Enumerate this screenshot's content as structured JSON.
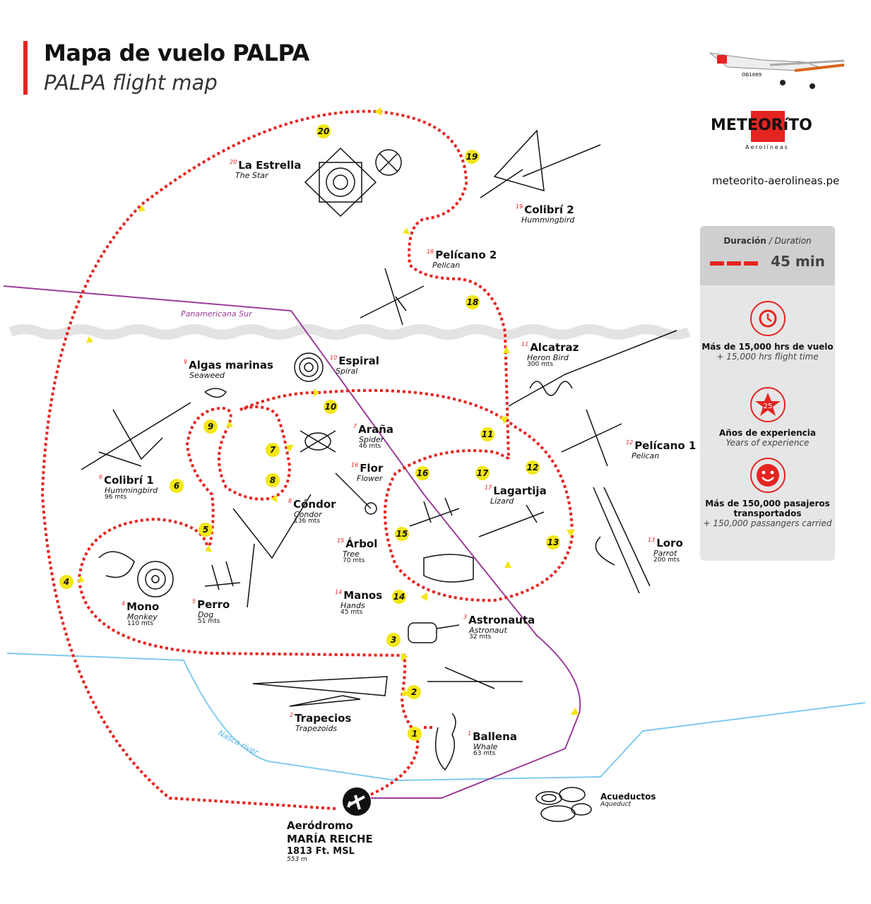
{
  "header": {
    "title": "Mapa de vuelo PALPA",
    "subtitle": "PALPA flight map"
  },
  "brand": {
    "name": "METEORíTO",
    "tagline": "Aerolíneas",
    "website": "meteorito-aerolineas.pe",
    "aircraft_reg": "OB1889"
  },
  "colors": {
    "accent": "#e52421",
    "marker": "#f3e616",
    "road": "#9c3d9a",
    "river": "#7fcaee",
    "route": "#e52421"
  },
  "panel": {
    "duration_label": "Duración",
    "duration_label_en": "/ Duration",
    "duration_value": "45 min",
    "stats": [
      {
        "icon": "clock-icon",
        "title": "Más de 15,000 hrs de vuelo",
        "subtitle": "+ 15,000 hrs flight time"
      },
      {
        "icon": "star-icon",
        "badge": "25",
        "title": "Años de experiencia",
        "subtitle": "Years of experience"
      },
      {
        "icon": "smiley-icon",
        "title": "Más de 150,000 pasajeros transportados",
        "subtitle": "+ 150,000 passangers carried"
      }
    ]
  },
  "map": {
    "road_label": "Panamericana Sur",
    "river_label": "Nasca river",
    "airport": {
      "name": "Aeródromo",
      "name2": "MARÍA REICHE",
      "elevation": "1813 Ft. MSL",
      "elevation_m": "553 m"
    },
    "aqueduct": {
      "name": "Acueductos",
      "en": "Aqueduct"
    },
    "sites": [
      {
        "n": "1",
        "name": "Ballena",
        "en": "Whale",
        "size": "63 mts"
      },
      {
        "n": "2",
        "name": "Trapecios",
        "en": "Trapezoids"
      },
      {
        "n": "3",
        "name": "Astronauta",
        "en": "Astronaut",
        "size": "32 mts"
      },
      {
        "n": "4",
        "name": "Mono",
        "en": "Monkey",
        "size": "110 mts"
      },
      {
        "n": "5",
        "name": "Perro",
        "en": "Dog",
        "size": "51 mts"
      },
      {
        "n": "6",
        "name": "Colibrí 1",
        "en": "Hummingbird",
        "size": "96 mts"
      },
      {
        "n": "7",
        "name": "Araña",
        "en": "Spider",
        "size": "46 mts"
      },
      {
        "n": "8",
        "name": "Cóndor",
        "en": "Condor",
        "size": "136 mts"
      },
      {
        "n": "9",
        "name": "Algas marinas",
        "en": "Seaweed"
      },
      {
        "n": "10",
        "name": "Espiral",
        "en": "Spiral"
      },
      {
        "n": "11",
        "name": "Alcatraz",
        "en": "Heron Bird",
        "size": "300 mts"
      },
      {
        "n": "12",
        "name": "Pelícano 1",
        "en": "Pelican"
      },
      {
        "n": "13",
        "name": "Loro",
        "en": "Parrot",
        "size": "200 mts"
      },
      {
        "n": "14",
        "name": "Manos",
        "en": "Hands",
        "size": "45 mts"
      },
      {
        "n": "15",
        "name": "Árbol",
        "en": "Tree",
        "size": "70 mts"
      },
      {
        "n": "16",
        "name": "Flor",
        "en": "Flower"
      },
      {
        "n": "17",
        "name": "Lagartija",
        "en": "Lizard"
      },
      {
        "n": "18",
        "name": "Pelícano 2",
        "en": "Pelican"
      },
      {
        "n": "19",
        "name": "Colibrí 2",
        "en": "Hummingbird"
      },
      {
        "n": "20",
        "name": "La Estrella",
        "en": "The Star"
      }
    ]
  }
}
